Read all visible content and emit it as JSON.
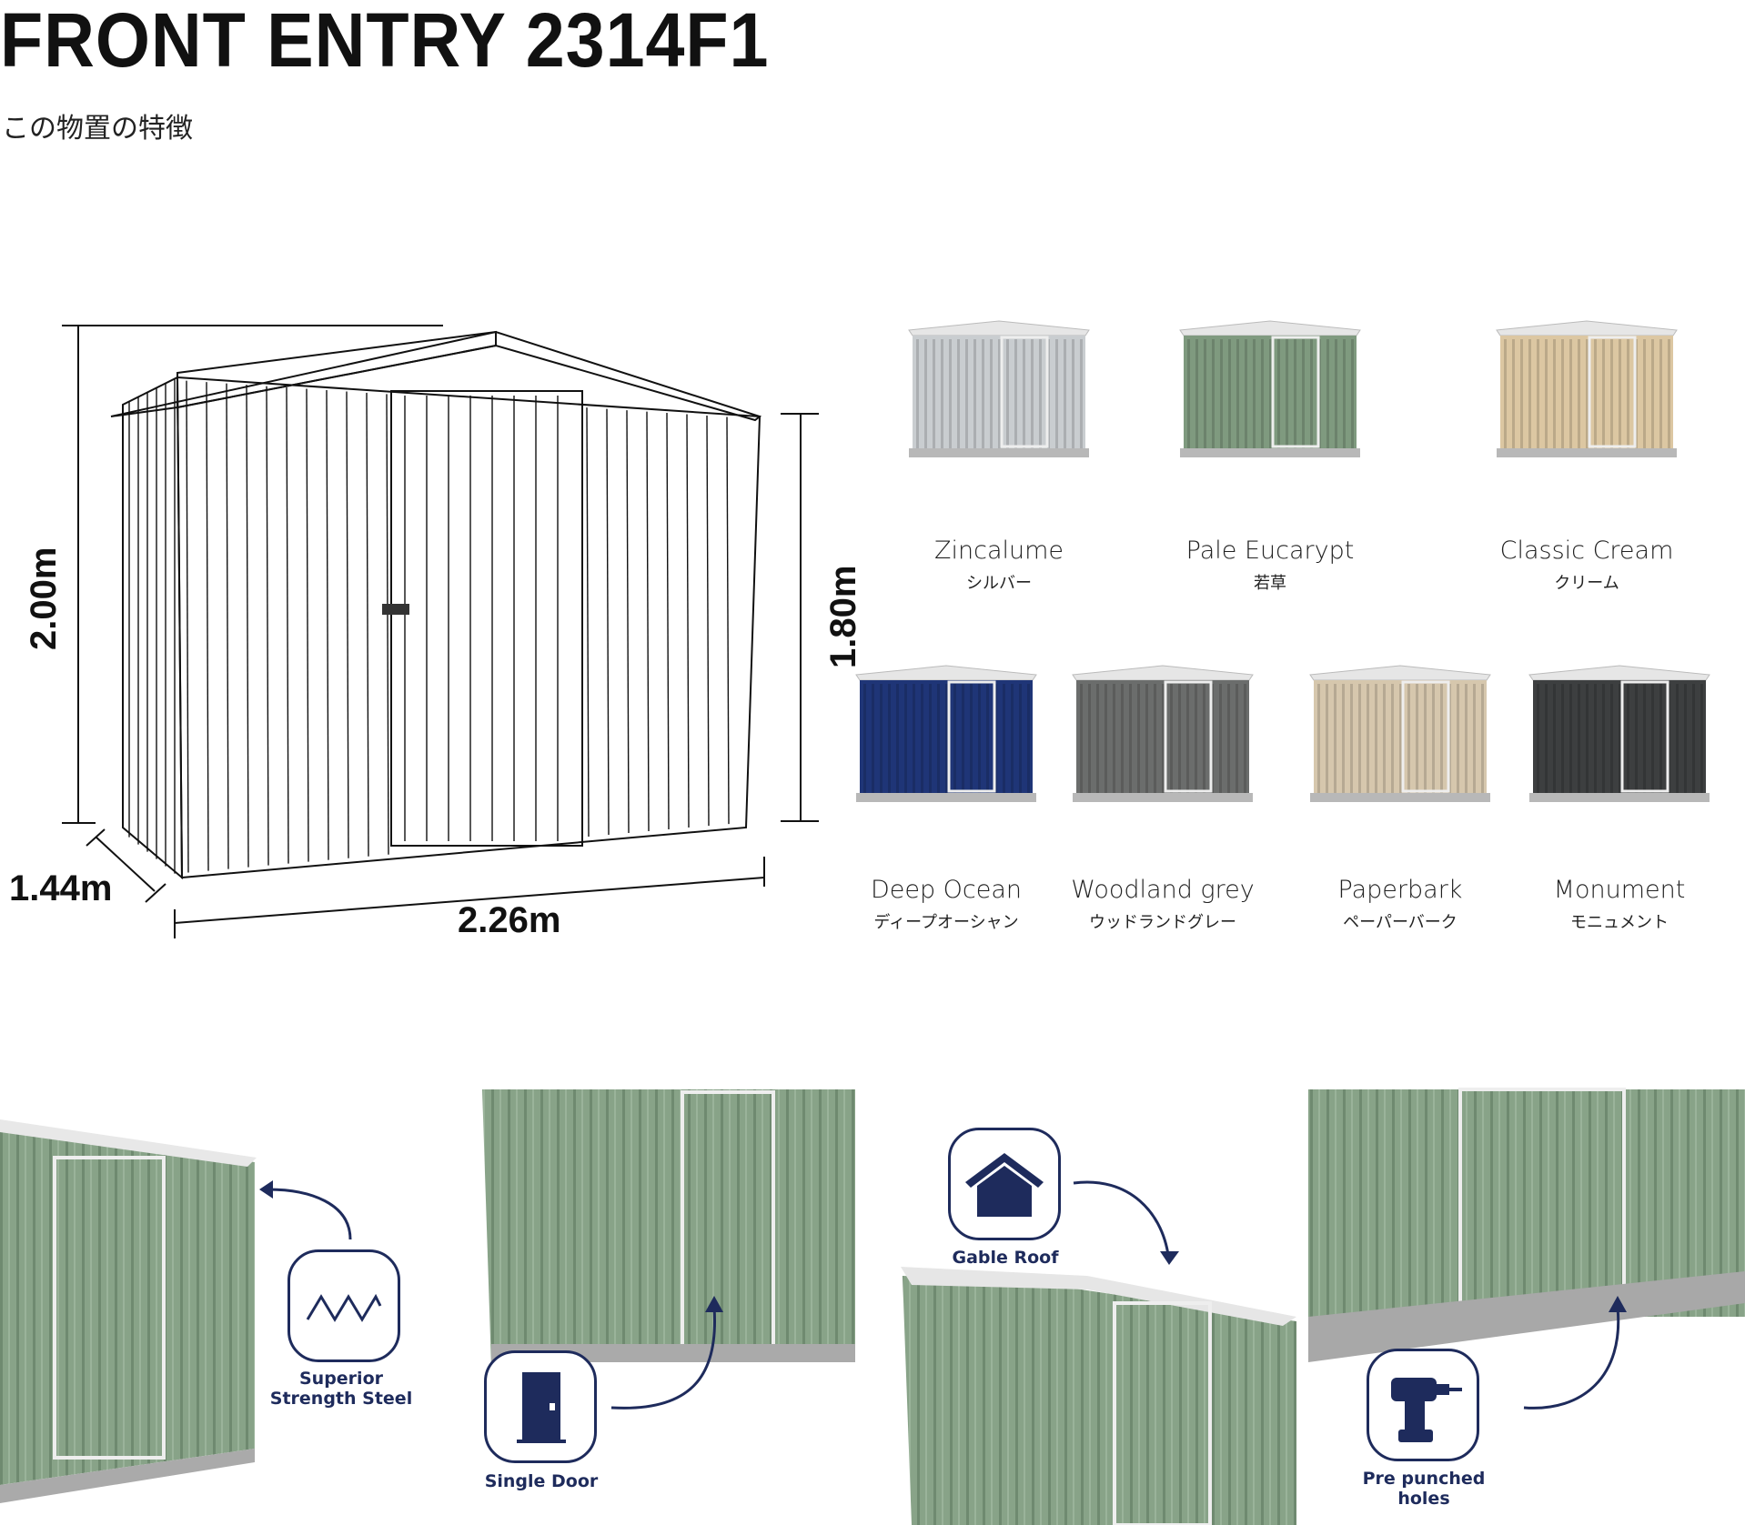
{
  "header": {
    "title": "FRONT ENTRY 2314F1",
    "subtitle": "この物置の特徴"
  },
  "dimensions": {
    "height_total": "2.00m",
    "height_wall": "1.80m",
    "depth": "1.44m",
    "width": "2.26m"
  },
  "colors": [
    {
      "name": "Zincalume",
      "jp": "シルバー",
      "hex": "#c9cdd0"
    },
    {
      "name": "Pale Eucarypt",
      "jp": "若草",
      "hex": "#7f9a7f"
    },
    {
      "name": "Classic Cream",
      "jp": "クリーム",
      "hex": "#dcc7a2"
    },
    {
      "name": "Deep Ocean",
      "jp": "ディープオーシャン",
      "hex": "#1f3577"
    },
    {
      "name": "Woodland grey",
      "jp": "ウッドランドグレー",
      "hex": "#6b6d6c"
    },
    {
      "name": "Paperbark",
      "jp": "ペーパーバーク",
      "hex": "#d6c7ad"
    },
    {
      "name": "Monument",
      "jp": "モニュメント",
      "hex": "#3d3f40"
    }
  ],
  "features": [
    {
      "label": "Superior Strength Steel",
      "icon": "corrugated-steel-icon"
    },
    {
      "label": "Single Door",
      "icon": "door-icon"
    },
    {
      "label": "Gable Roof",
      "icon": "house-icon"
    },
    {
      "label": "Pre punched holes",
      "icon": "drill-icon"
    }
  ],
  "accent": "#1e2b5c"
}
